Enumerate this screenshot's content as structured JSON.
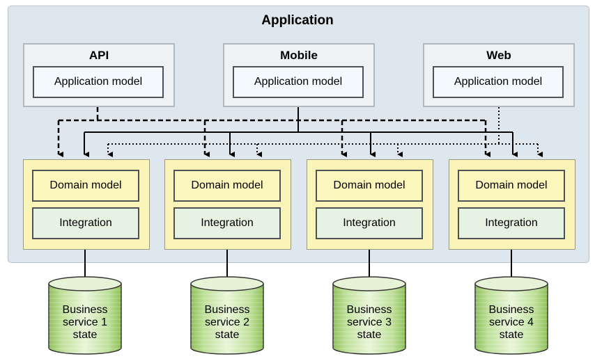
{
  "app": {
    "title": "Application"
  },
  "clients": [
    {
      "title": "API",
      "model_label": "Application model"
    },
    {
      "title": "Mobile",
      "model_label": "Application model"
    },
    {
      "title": "Web",
      "model_label": "Application model"
    }
  ],
  "services": [
    {
      "domain_label": "Domain model",
      "integration_label": "Integration",
      "store_lines": [
        "Business",
        "service 1",
        "state"
      ]
    },
    {
      "domain_label": "Domain model",
      "integration_label": "Integration",
      "store_lines": [
        "Business",
        "service 2",
        "state"
      ]
    },
    {
      "domain_label": "Domain model",
      "integration_label": "Integration",
      "store_lines": [
        "Business",
        "service 3",
        "state"
      ]
    },
    {
      "domain_label": "Domain model",
      "integration_label": "Integration",
      "store_lines": [
        "Business",
        "service 4",
        "state"
      ]
    }
  ],
  "colors": {
    "app_background": "#dfe7ee",
    "client_background": "#eef2f5",
    "service_background": "#faf4b8",
    "integration_background": "#e6f2e2",
    "store_green": "#9bc867"
  },
  "connector_styles": {
    "API": "dashed",
    "Mobile": "solid",
    "Web": "dotted"
  }
}
